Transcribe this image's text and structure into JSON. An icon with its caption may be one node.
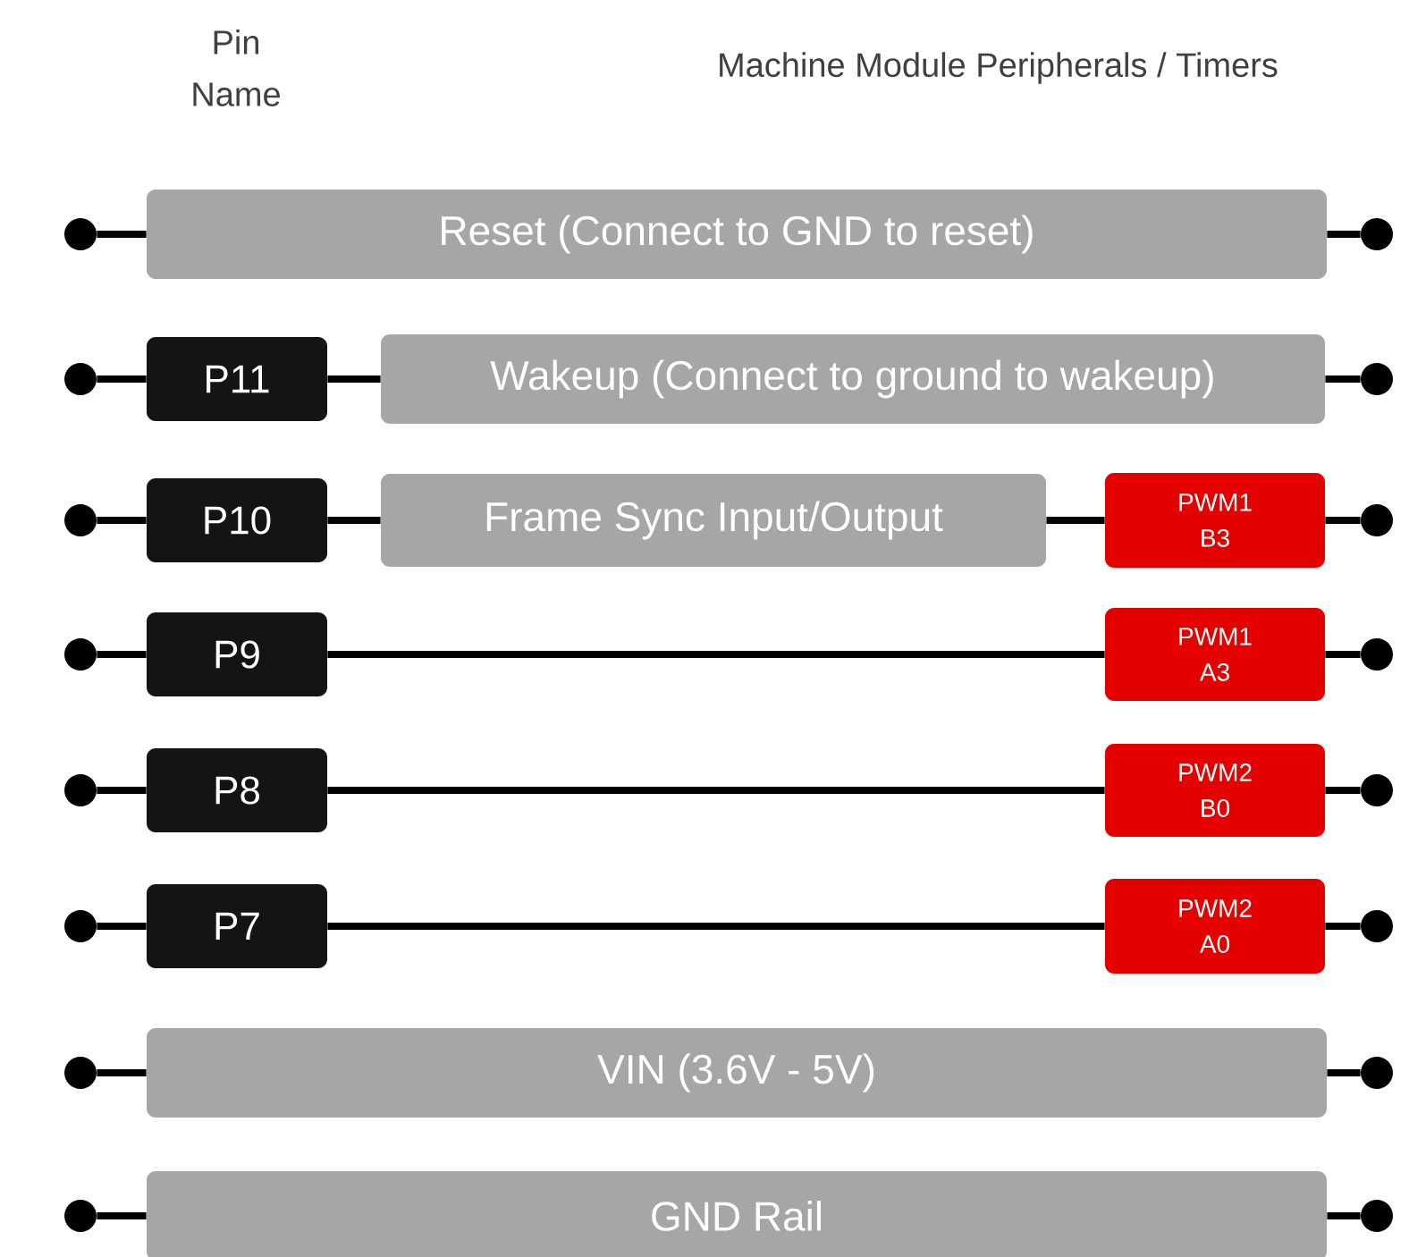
{
  "diagram": {
    "nodes": [
      {
        "text": [],
        "shape": "circle"
      },
      {
        "text": [
          "Reset (Connect to GND to reset)"
        ]
      },
      {
        "text": [],
        "shape": "circle"
      },
      {
        "text": [],
        "shape": "circle"
      },
      {
        "text": [
          "P11"
        ]
      },
      {
        "text": [
          "Wakeup (Connect to ground to wakeup)"
        ]
      },
      {
        "text": [],
        "shape": "circle"
      },
      {
        "text": [],
        "shape": "circle"
      },
      {
        "text": [
          "P10"
        ]
      },
      {
        "text": [
          "Frame Sync Input/Output"
        ]
      },
      {
        "text": [
          "PWM1 B3"
        ]
      },
      {
        "text": [],
        "shape": "circle"
      },
      {
        "text": [],
        "shape": "circle"
      },
      {
        "text": [
          "P9"
        ]
      },
      {
        "text": [
          "PWM1 A3"
        ]
      },
      {
        "text": [],
        "shape": "circle"
      },
      {
        "text": [],
        "shape": "circle"
      },
      {
        "text": [
          "P8"
        ]
      },
      {
        "text": [
          "PWM2 B0"
        ]
      },
      {
        "text": [],
        "shape": "circle"
      },
      {
        "text": [],
        "shape": "circle"
      },
      {
        "text": [
          "P7"
        ]
      },
      {
        "text": [
          "PWM2 A0"
        ]
      },
      {
        "text": [],
        "shape": "circle"
      },
      {
        "text": [],
        "shape": "circle"
      },
      {
        "text": [
          "VIN (3.6V - 5V)"
        ]
      },
      {
        "text": [],
        "shape": "circle"
      },
      {
        "text": [],
        "shape": "circle"
      },
      {
        "text": [
          "GND Rail"
        ]
      },
      {
        "text": [],
        "shape": "circle"
      }
    ],
    "edges": [
      {
        "from": 0,
        "to": 1,
        "arrow": "none"
      },
      {
        "from": 1,
        "to": 2,
        "arrow": "none"
      },
      {
        "from": 3,
        "to": 4,
        "arrow": "none"
      },
      {
        "from": 4,
        "to": 5,
        "arrow": "none"
      },
      {
        "from": 5,
        "to": 6,
        "arrow": "none"
      },
      {
        "from": 7,
        "to": 8,
        "arrow": "none"
      },
      {
        "from": 8,
        "to": 9,
        "arrow": "none"
      },
      {
        "from": 9,
        "to": 10,
        "arrow": "none"
      },
      {
        "from": 10,
        "to": 11,
        "arrow": "none"
      },
      {
        "from": 12,
        "to": 13,
        "arrow": "none"
      },
      {
        "from": 13,
        "to": 14,
        "arrow": "none"
      },
      {
        "from": 14,
        "to": 15,
        "arrow": "none"
      },
      {
        "from": 16,
        "to": 17,
        "arrow": "none"
      },
      {
        "from": 17,
        "to": 18,
        "arrow": "none"
      },
      {
        "from": 18,
        "to": 19,
        "arrow": "none"
      },
      {
        "from": 20,
        "to": 21,
        "arrow": "none"
      },
      {
        "from": 21,
        "to": 22,
        "arrow": "none"
      },
      {
        "from": 22,
        "to": 23,
        "arrow": "none"
      },
      {
        "from": 24,
        "to": 25,
        "arrow": "none"
      },
      {
        "from": 25,
        "to": 26,
        "arrow": "none"
      },
      {
        "from": 27,
        "to": 28,
        "arrow": "none"
      },
      {
        "from": 28,
        "to": 29,
        "arrow": "none"
      }
    ],
    "labels": [
      "Pin Name",
      "Machine Module Peripherals / Timers"
    ]
  }
}
